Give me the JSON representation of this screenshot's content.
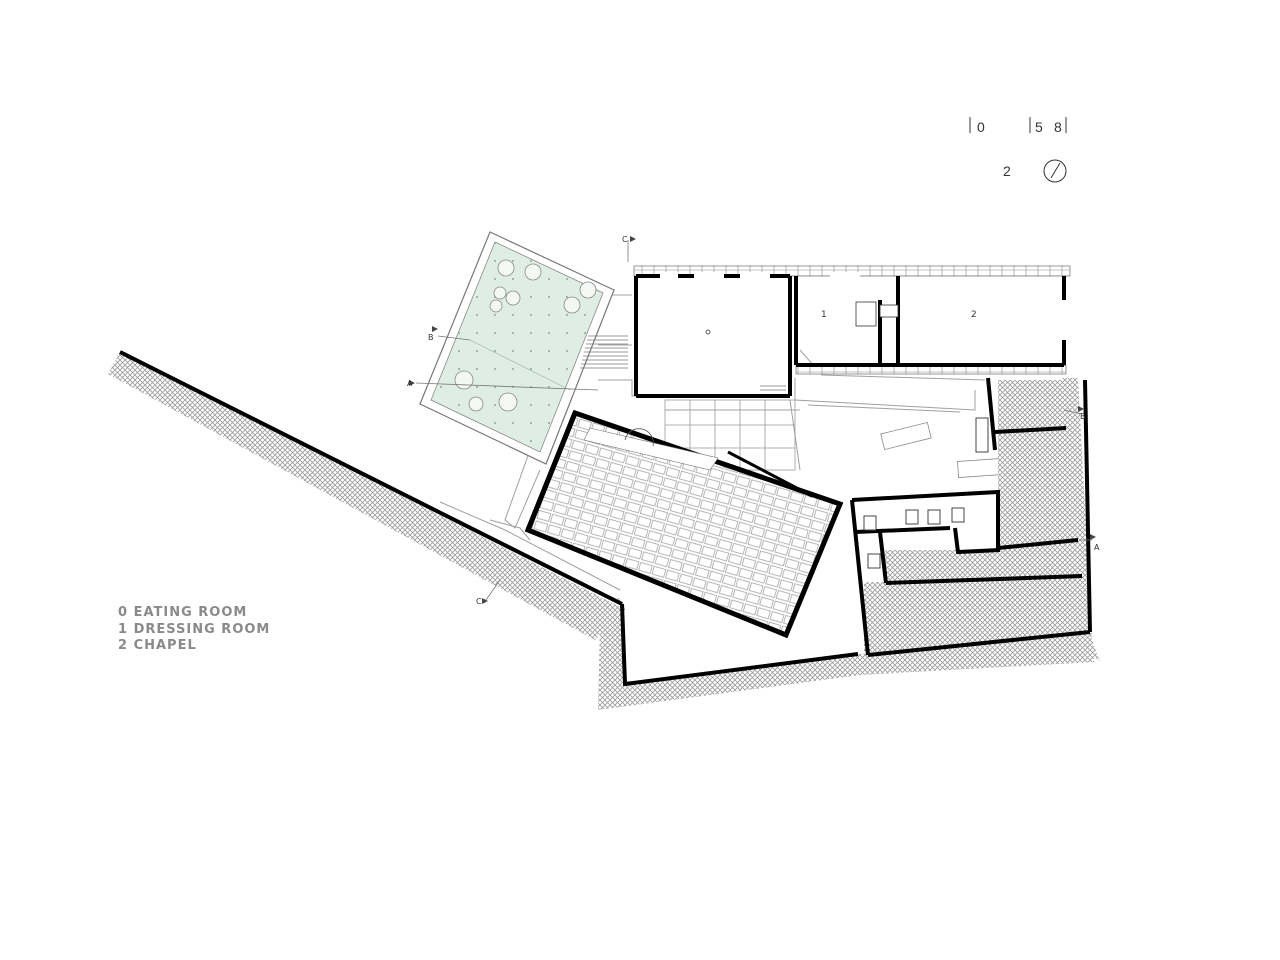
{
  "scale_bar": {
    "tick_0": "0",
    "tick_5": "5",
    "tick_8": "8"
  },
  "north": {
    "label": "2"
  },
  "section_marks": {
    "a": "A",
    "b": "B",
    "c": "C"
  },
  "room_numbers": {
    "eating": "0",
    "dressing": "1",
    "chapel": "2"
  },
  "legend": [
    "0 EATING ROOM",
    "1 DRESSING ROOM",
    "2 CHAPEL"
  ],
  "colors": {
    "wall": "#000000",
    "garden": "#dfeee4",
    "hatch": "#9a9a9a",
    "line": "#9a9a9a",
    "legend": "#8a8a8a"
  }
}
